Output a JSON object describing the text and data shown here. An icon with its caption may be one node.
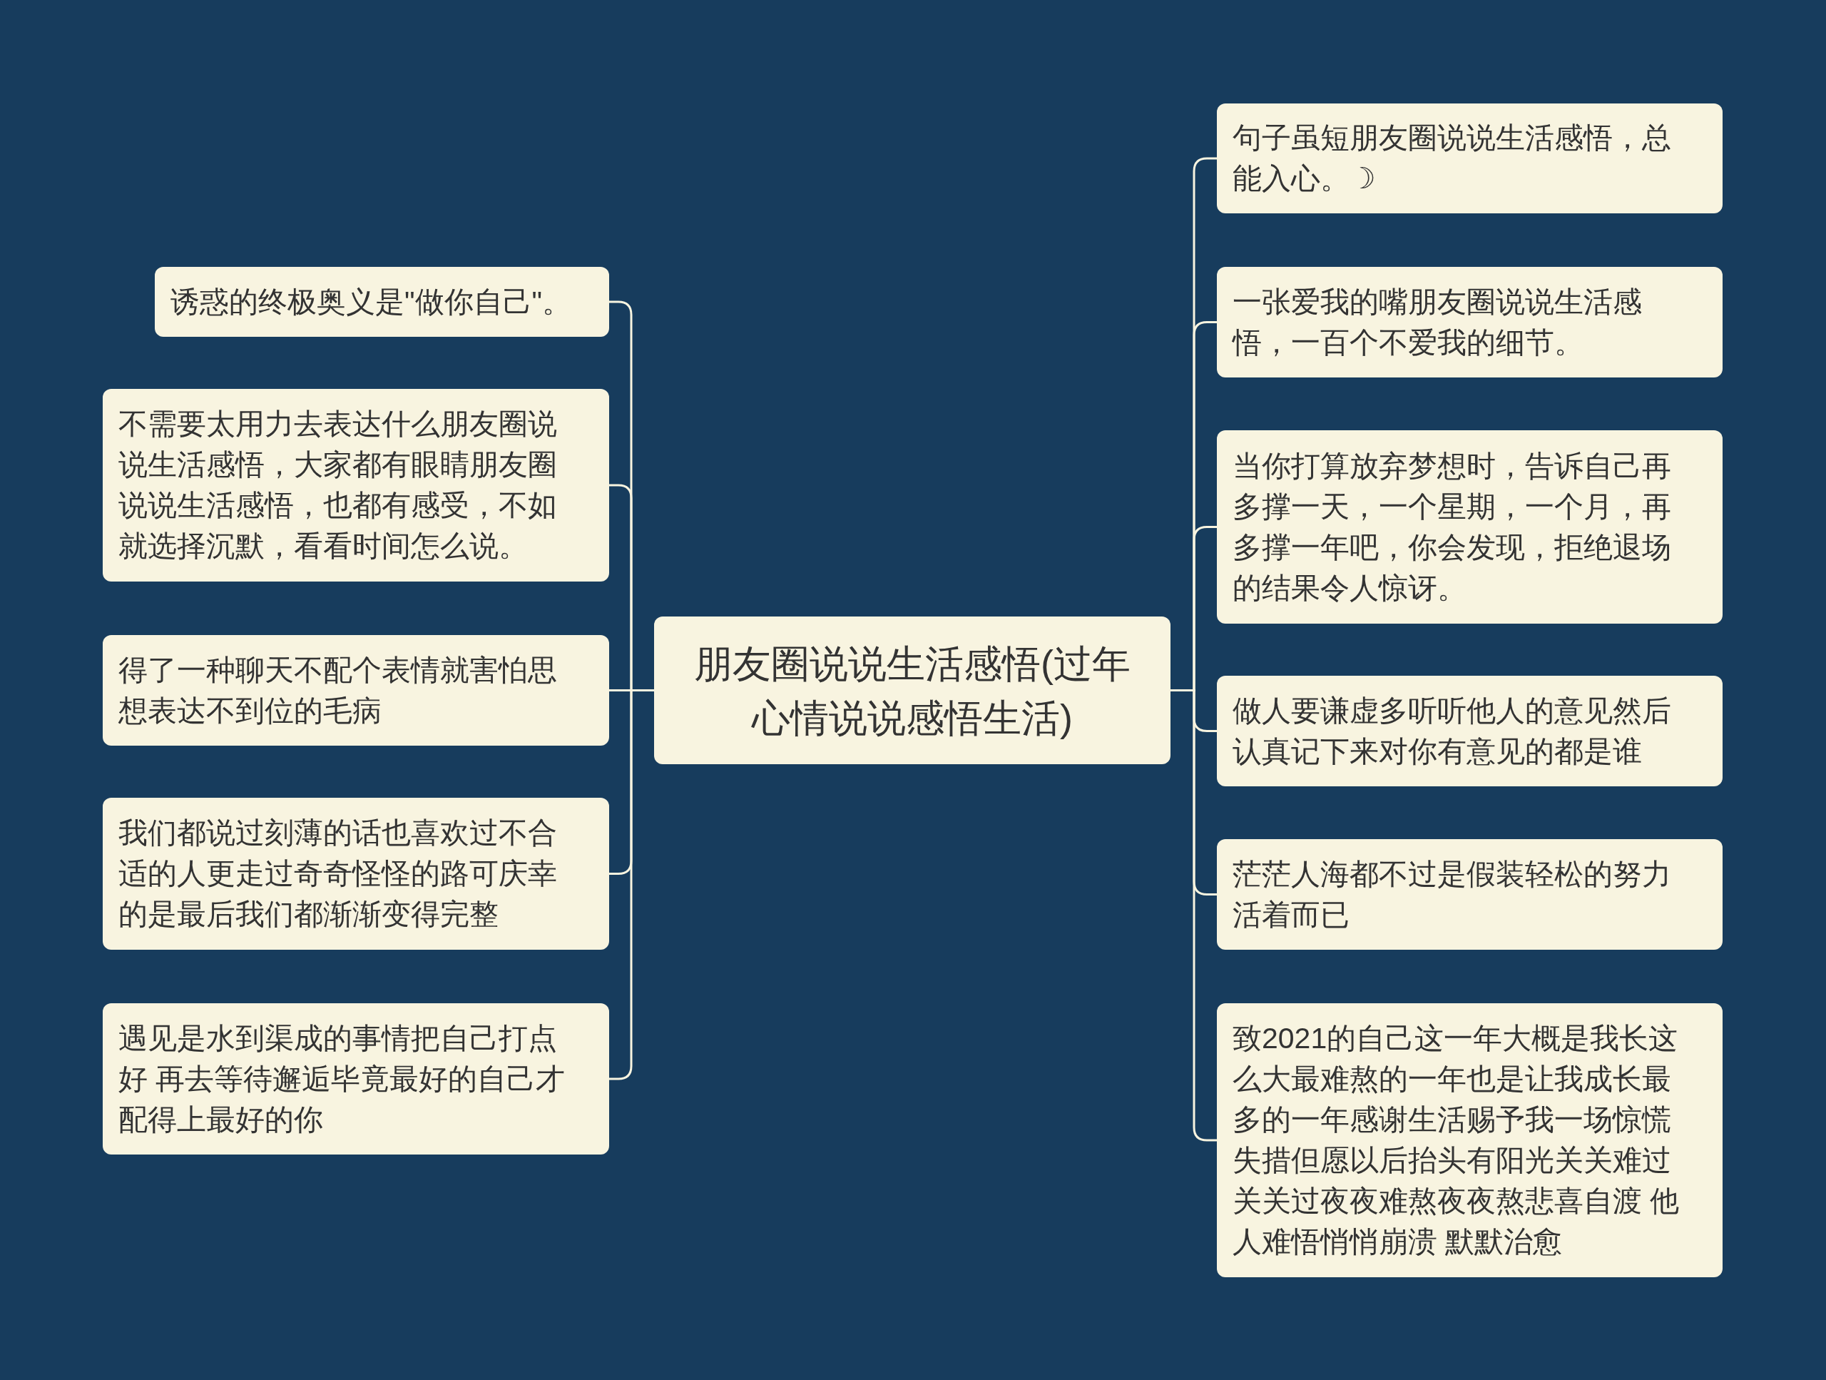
{
  "diagram": {
    "nodes": [
      {
        "text": [
          "朋友圈说说生活感悟(过年心情说说感悟生活)"
        ]
      },
      {
        "text": [
          "诱惑的终极奥义是\"做你自己\"。"
        ]
      },
      {
        "text": [
          "不需要太用力去表达什么朋友圈说说生活感悟，大家都有眼睛朋友圈说说生活感悟，也都有感受，不如就选择沉默，看看时间怎么说。"
        ]
      },
      {
        "text": [
          "得了一种聊天不配个表情就害怕思想表达不到位的毛病"
        ]
      },
      {
        "text": [
          "我们都说过刻薄的话也喜欢过不合适的人更走过奇奇怪怪的路可庆幸的是最后我们都渐渐变得完整"
        ]
      },
      {
        "text": [
          "遇见是水到渠成的事情把自己打点好 再去等待邂逅毕竟最好的自己才配得上最好的你"
        ]
      },
      {
        "text": [
          "句子虽短朋友圈说说生活感悟，总能入心。☽"
        ]
      },
      {
        "text": [
          "一张爱我的嘴朋友圈说说生活感悟，一百个不爱我的细节。"
        ]
      },
      {
        "text": [
          "当你打算放弃梦想时，告诉自己再多撑一天，一个星期，一个月，再多撑一年吧，你会发现，拒绝退场的结果令人惊讶。"
        ]
      },
      {
        "text": [
          "做人要谦虚多听听他人的意见然后认真记下来对你有意见的都是谁"
        ]
      },
      {
        "text": [
          "茫茫人海都不过是假装轻松的努力活着而已"
        ]
      },
      {
        "text": [
          "致2021的自己这一年大概是我长这么大最难熬的一年也是让我成长最多的一年感谢生活赐予我一场惊慌失措但愿以后抬头有阳光关关难过关关过夜夜难熬夜夜熬悲喜自渡 他人难悟悄悄崩溃 默默治愈"
        ]
      }
    ],
    "edges": [
      {
        "from": 0,
        "to": 1,
        "arrow": "none"
      },
      {
        "from": 0,
        "to": 2,
        "arrow": "none"
      },
      {
        "from": 0,
        "to": 3,
        "arrow": "none"
      },
      {
        "from": 0,
        "to": 4,
        "arrow": "none"
      },
      {
        "from": 0,
        "to": 5,
        "arrow": "none"
      },
      {
        "from": 0,
        "to": 6,
        "arrow": "none"
      },
      {
        "from": 0,
        "to": 7,
        "arrow": "none"
      },
      {
        "from": 0,
        "to": 8,
        "arrow": "none"
      },
      {
        "from": 0,
        "to": 9,
        "arrow": "none"
      },
      {
        "from": 0,
        "to": 10,
        "arrow": "none"
      },
      {
        "from": 0,
        "to": 11,
        "arrow": "none"
      }
    ]
  }
}
